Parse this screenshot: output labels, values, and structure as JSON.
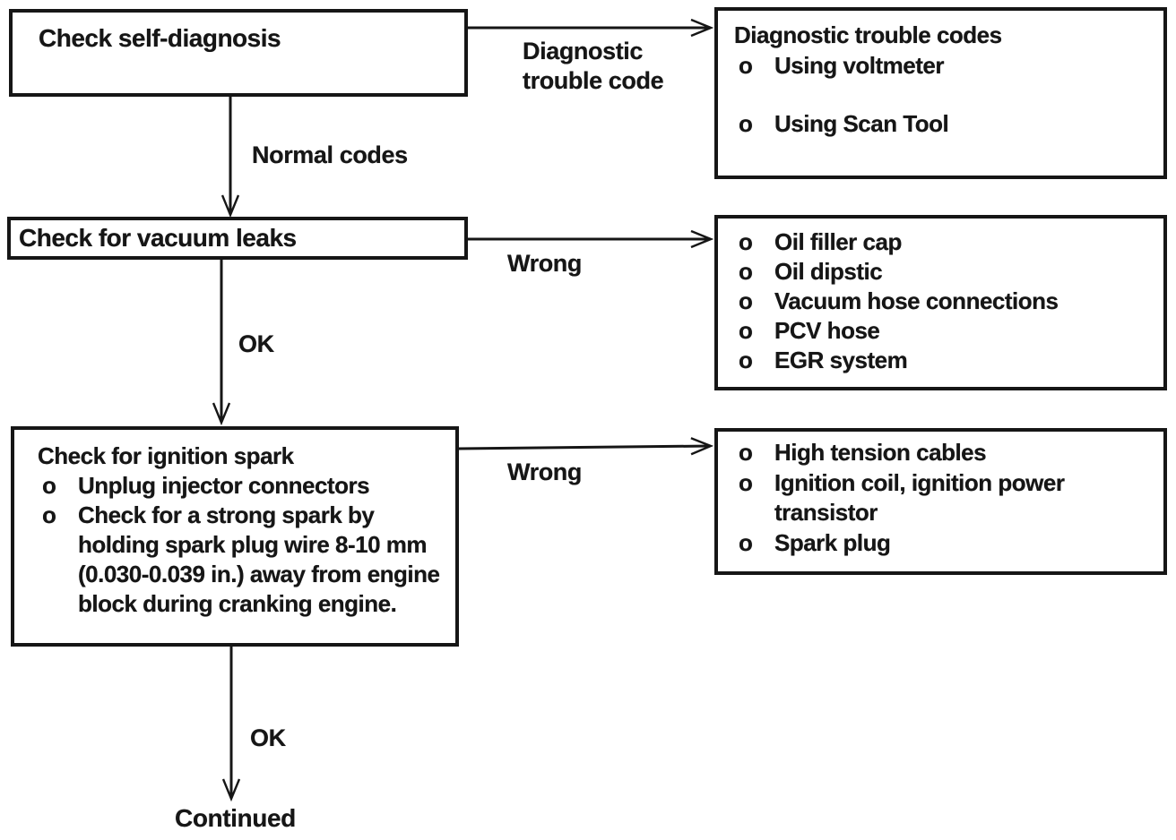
{
  "palette": {
    "ink": "#161616",
    "paper": "#ffffff"
  },
  "bullet_glyph": "o",
  "flow": {
    "step1": {
      "title": "Check self-diagnosis"
    },
    "dtc_box": {
      "title": "Diagnostic trouble codes",
      "items": [
        "Using voltmeter",
        "Using Scan Tool"
      ]
    },
    "step2": {
      "title": "Check for vacuum leaks"
    },
    "vacuum_box": {
      "items": [
        "Oil filler cap",
        "Oil dipstic",
        "Vacuum hose connections",
        "PCV hose",
        "EGR system"
      ]
    },
    "step3": {
      "title": "Check for ignition spark",
      "items": [
        "Unplug injector connectors",
        "Check for a strong spark by holding spark plug wire 8-10 mm (0.030-0.039 in.) away from engine block during cranking engine."
      ]
    },
    "ignition_box": {
      "items": [
        "High tension cables",
        "Ignition coil, ignition power transistor",
        "Spark plug"
      ]
    },
    "edges": {
      "dtc_label_lines": [
        "Diagnostic",
        "trouble code"
      ],
      "normal": "Normal codes",
      "wrong_vacuum": "Wrong",
      "ok_vacuum": "OK",
      "wrong_ignition": "Wrong",
      "ok_ignition": "OK"
    },
    "terminal": {
      "label": "Continued"
    }
  }
}
